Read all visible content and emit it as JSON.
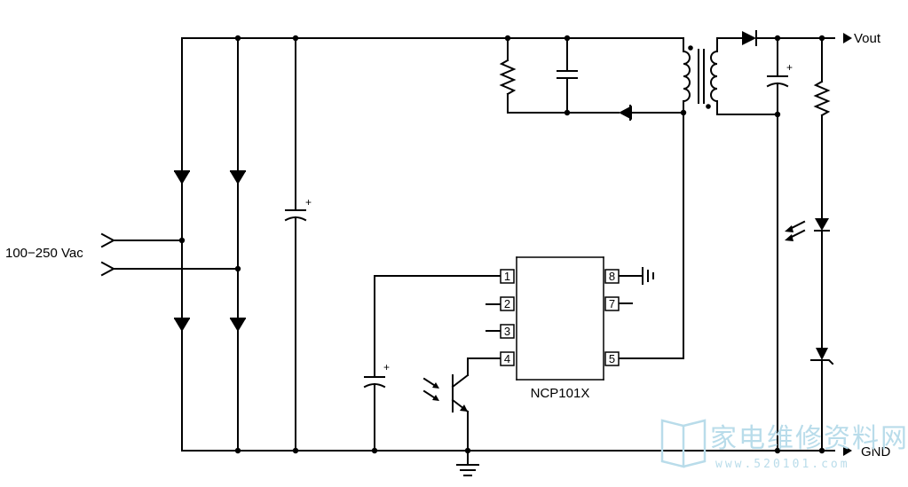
{
  "labels": {
    "input": "100−250 Vac",
    "vout": "Vout",
    "gnd": "GND",
    "ic": "NCP101X"
  },
  "pins": {
    "p1": "1",
    "p2": "2",
    "p3": "3",
    "p4": "4",
    "p5": "5",
    "p7": "7",
    "p8": "8"
  },
  "polarity": {
    "plus": "+"
  },
  "watermark": {
    "chinese": "家电维修资料网",
    "url": "www.520101.com"
  },
  "colors": {
    "wire": "#000000",
    "watermark": "#b9dcea"
  }
}
